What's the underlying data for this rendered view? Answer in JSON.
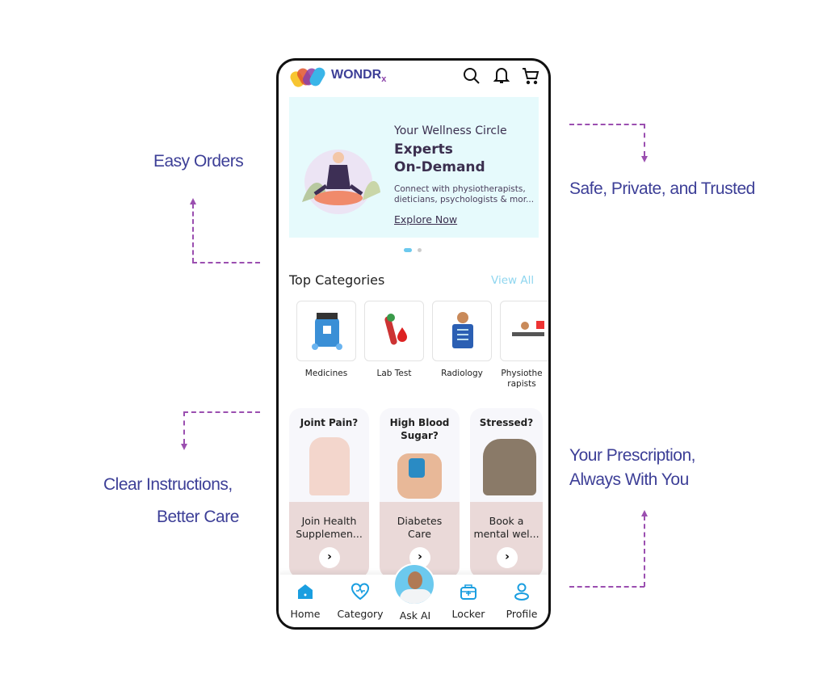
{
  "annotations": {
    "easy_orders": "Easy Orders",
    "safe": "Safe, Private, and Trusted",
    "clear_1": "Clear Instructions,",
    "clear_2": "Better Care",
    "prescription_1": "Your Prescription,",
    "prescription_2": "Always With You"
  },
  "header": {
    "brand": "WONDR",
    "brand_sub": "x"
  },
  "banner": {
    "line1": "Your Wellness Circle",
    "line2": "Experts",
    "line3": "On-Demand",
    "desc1": "Connect with physiotherapists,",
    "desc2": "dieticians, psychologists & mor...",
    "cta": "Explore Now"
  },
  "categories": {
    "title": "Top Categories",
    "view_all": "View All",
    "items": [
      {
        "label": "Medicines"
      },
      {
        "label": "Lab Test"
      },
      {
        "label": "Radiology"
      },
      {
        "label": "Physiothe rapists"
      }
    ]
  },
  "cards": [
    {
      "question": "Joint Pain?",
      "action": "Join Health Supplemen..."
    },
    {
      "question": "High Blood Sugar?",
      "action": "Diabetes Care"
    },
    {
      "question": "Stressed?",
      "action": "Book a mental wel..."
    }
  ],
  "nav": {
    "items": [
      {
        "label": "Home"
      },
      {
        "label": "Category"
      },
      {
        "label": "Ask AI"
      },
      {
        "label": "Locker"
      },
      {
        "label": "Profile"
      }
    ]
  },
  "colors": {
    "accent": "#1a9ee0",
    "annotation": "#3d3f97",
    "arrow": "#9b4fb0"
  }
}
